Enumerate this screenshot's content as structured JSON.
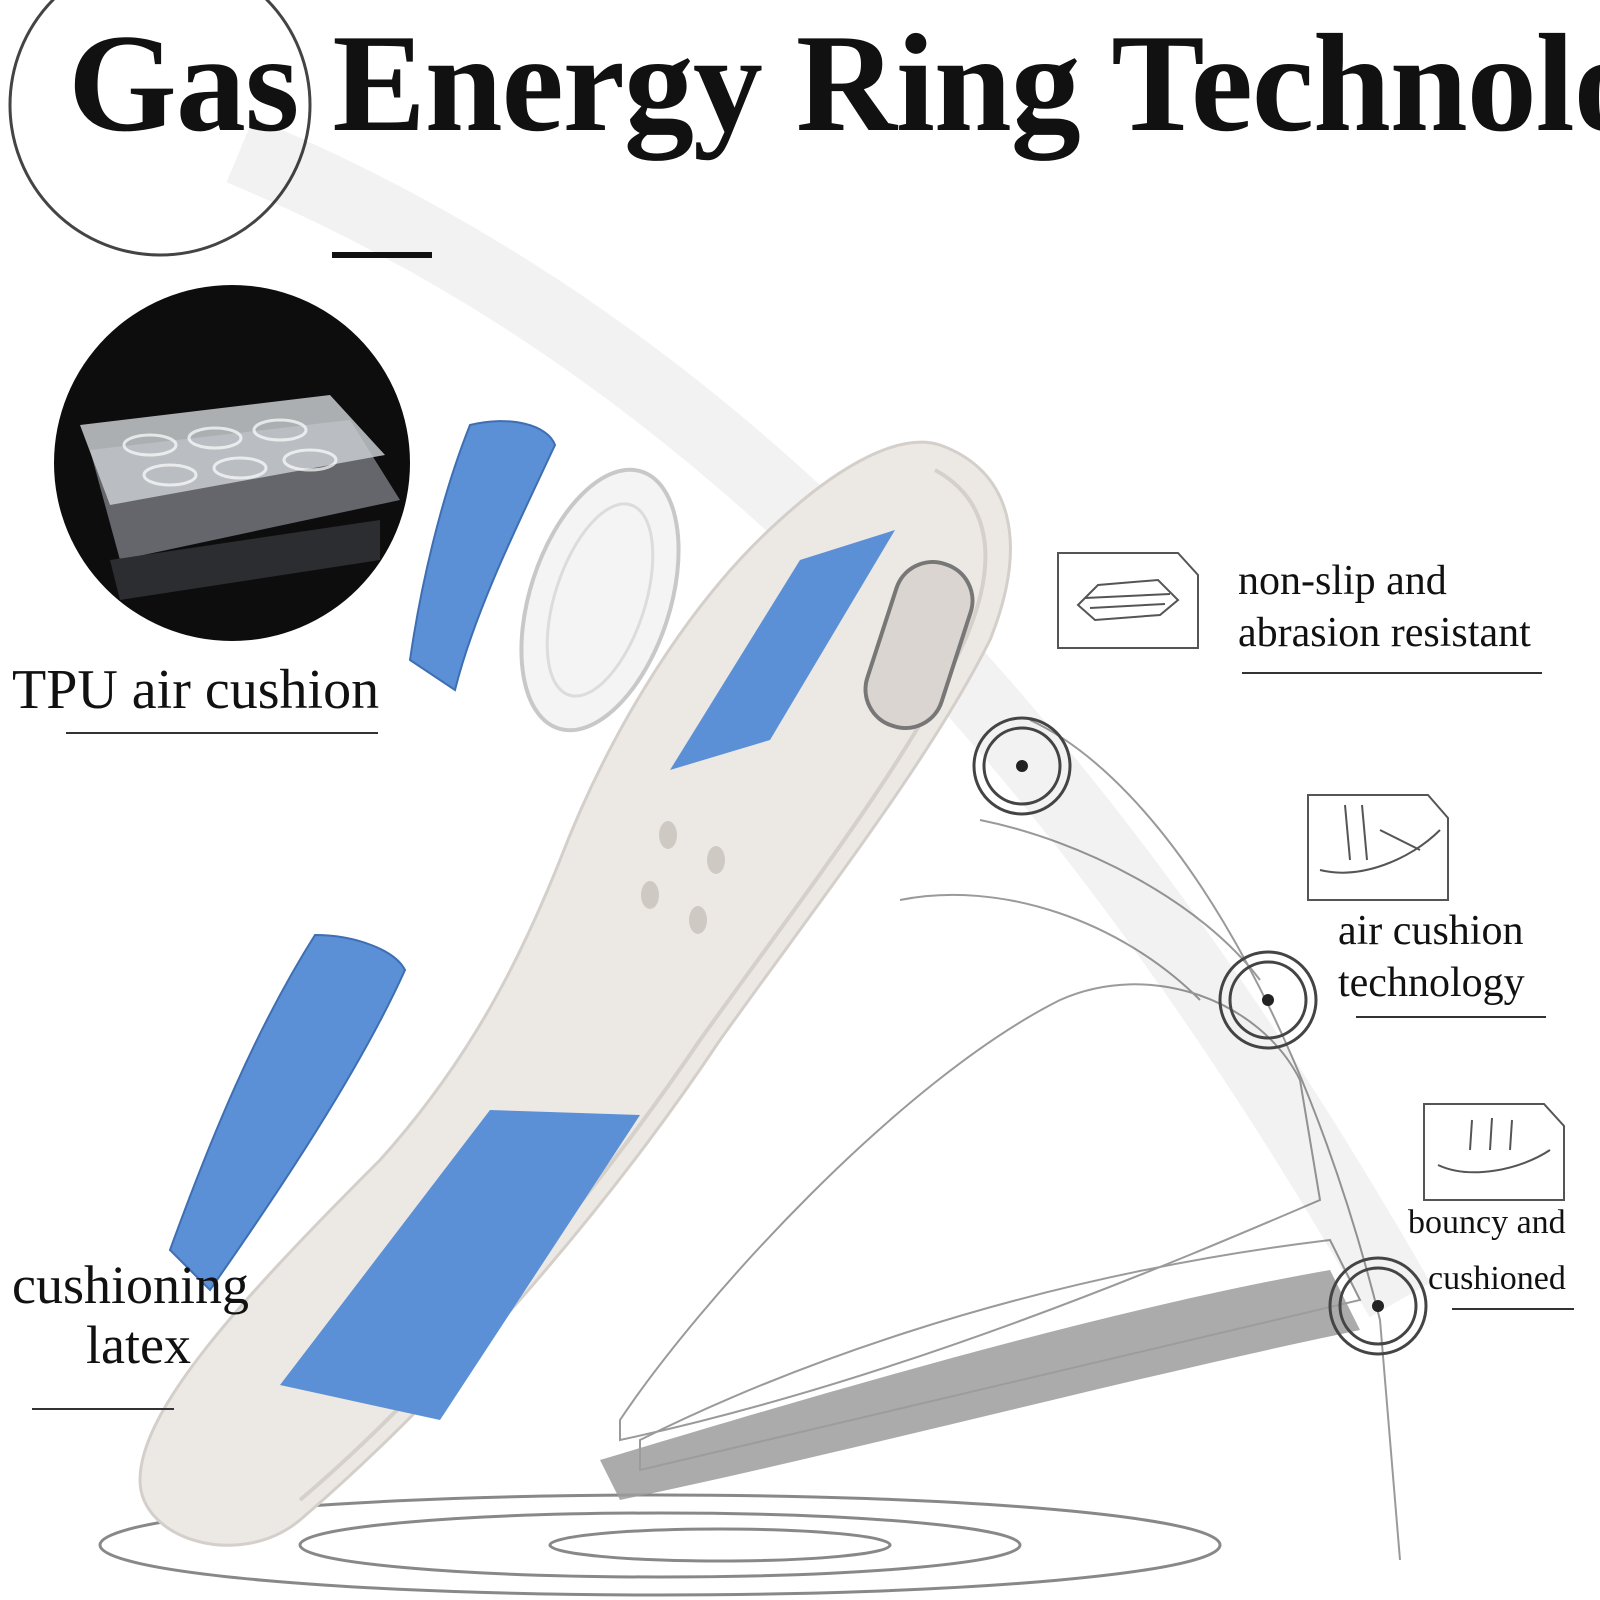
{
  "title": "Gas Energy Ring Technology",
  "labels": {
    "tpu_air_cushion": "TPU air cushion",
    "cushioning_line1": "cushioning",
    "cushioning_line2": "latex",
    "nonslip_line1": "non-slip and",
    "nonslip_line2": "abrasion resistant",
    "aircushion_line1": "air cushion",
    "aircushion_line2": "technology",
    "bouncy_line1": "bouncy and",
    "bouncy_line2": "cushioned"
  },
  "colors": {
    "insole": "#ece8e4",
    "latex_pad": "#5b8fd6",
    "outline": "#8a8a8a",
    "text": "#111111",
    "tpu_photo_bg": "#0d0d0d"
  },
  "icons": [
    "shoe-outsole-icon",
    "air-cushion-icon",
    "bouncy-foam-icon",
    "target-ring-icon"
  ]
}
